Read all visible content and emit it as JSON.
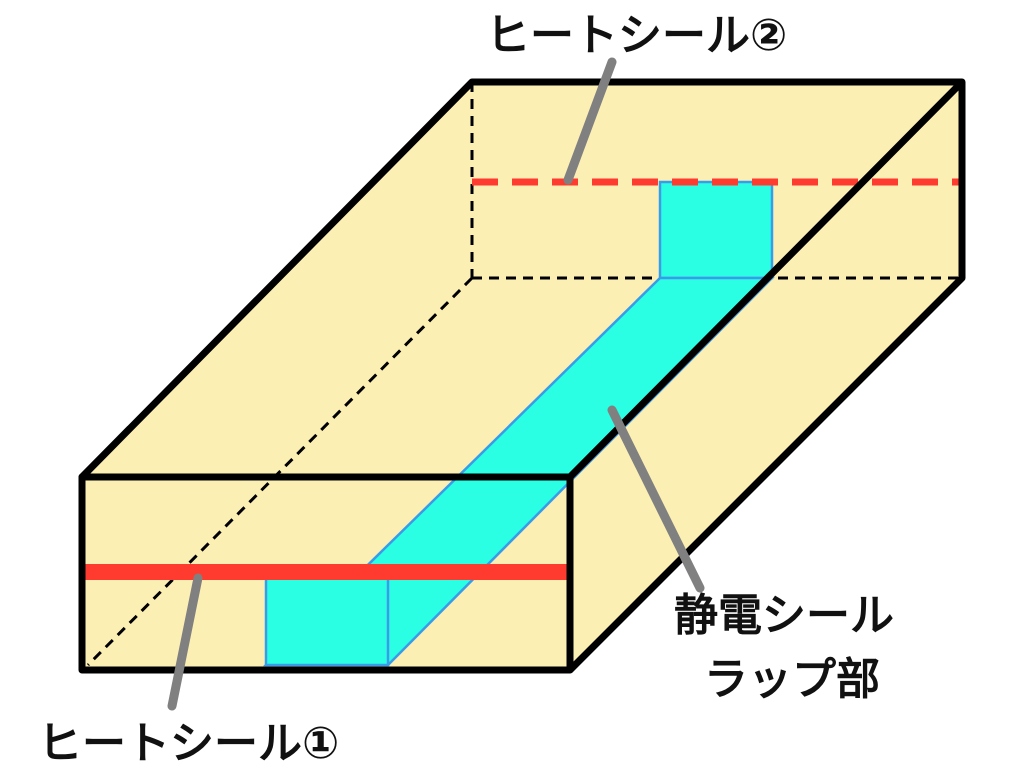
{
  "labels": {
    "heat_seal_2": "ヒートシール②",
    "heat_seal_1": "ヒートシール①",
    "electrostatic_seal_line1": "静電シール",
    "electrostatic_seal_line2": "ラップ部"
  },
  "colors": {
    "box_face": "#fcefb4",
    "outline": "#000000",
    "seal_strip": "#2affe4",
    "seal_strip_edge": "#3a9be8",
    "heat_seal": "#ff3b2f",
    "leader": "#808080",
    "text": "#111111"
  }
}
